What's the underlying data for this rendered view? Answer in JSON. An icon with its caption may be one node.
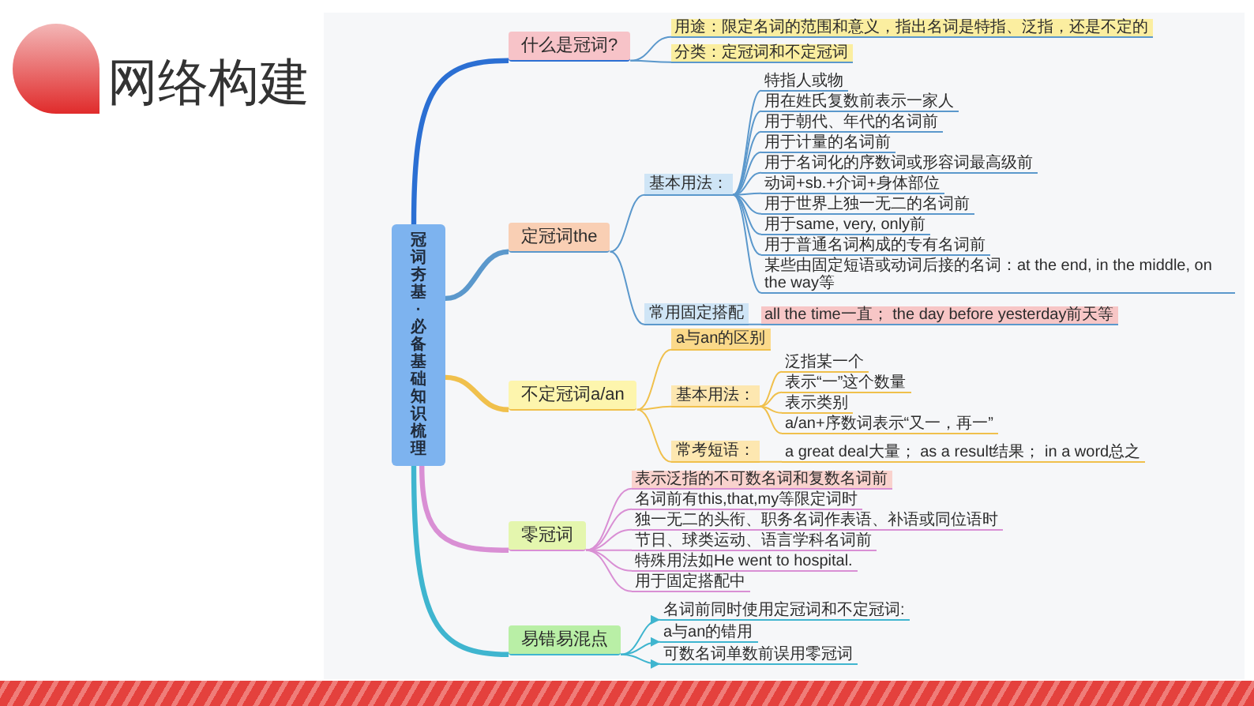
{
  "diagram": {
    "title": "网络构建",
    "nodes": [
      {
        "text": [
          "冠词夯基·必备基础知识梳理"
        ]
      },
      {
        "text": [
          "什么是冠词?"
        ]
      },
      {
        "text": [
          "用途：限定名词的范围和意义，指出名词是特指、泛指，还是不定的"
        ]
      },
      {
        "text": [
          "分类：定冠词和不定冠词"
        ]
      },
      {
        "text": [
          "定冠词the"
        ]
      },
      {
        "text": [
          "基本用法："
        ]
      },
      {
        "text": [
          "特指人或物"
        ]
      },
      {
        "text": [
          "用在姓氏复数前表示一家人"
        ]
      },
      {
        "text": [
          "用于朝代、年代的名词前"
        ]
      },
      {
        "text": [
          "用于计量的名词前"
        ]
      },
      {
        "text": [
          "用于名词化的序数词或形容词最高级前"
        ]
      },
      {
        "text": [
          "动词+sb.+介词+身体部位"
        ]
      },
      {
        "text": [
          "用于世界上独一无二的名词前"
        ]
      },
      {
        "text": [
          "用于same, very, only前"
        ]
      },
      {
        "text": [
          "用于普通名词构成的专有名词前"
        ]
      },
      {
        "text": [
          "某些由固定短语或动词后接的名词：at the end, in the middle, on the way等"
        ]
      },
      {
        "text": [
          "常用固定搭配"
        ]
      },
      {
        "text": [
          "all the time一直； the day before yesterday前天等"
        ]
      },
      {
        "text": [
          "不定冠词a/an"
        ]
      },
      {
        "text": [
          "a与an的区别"
        ]
      },
      {
        "text": [
          "基本用法："
        ]
      },
      {
        "text": [
          "泛指某一个"
        ]
      },
      {
        "text": [
          "表示“一”这个数量"
        ]
      },
      {
        "text": [
          "表示类别"
        ]
      },
      {
        "text": [
          "a/an+序数词表示“又一，再一”"
        ]
      },
      {
        "text": [
          "常考短语："
        ]
      },
      {
        "text": [
          "a great deal大量； as a result结果； in a word总之"
        ]
      },
      {
        "text": [
          "零冠词"
        ]
      },
      {
        "text": [
          "表示泛指的不可数名词和复数名词前"
        ]
      },
      {
        "text": [
          "名词前有this,that,my等限定词时"
        ]
      },
      {
        "text": [
          "独一无二的头衔、职务名词作表语、补语或同位语时"
        ]
      },
      {
        "text": [
          "节日、球类运动、语言学科名词前"
        ]
      },
      {
        "text": [
          "特殊用法如He went to hospital."
        ]
      },
      {
        "text": [
          "用于固定搭配中"
        ]
      },
      {
        "text": [
          "易错易混点"
        ]
      },
      {
        "text": [
          "名词前同时使用定冠词和不定冠词:"
        ]
      },
      {
        "text": [
          "a与an的错用"
        ]
      },
      {
        "text": [
          "可数名词单数前误用零冠词"
        ]
      }
    ],
    "edges": [
      {
        "from": 0,
        "to": 1,
        "arrow": "none",
        "style": "thick",
        "color": "#2b6fd3"
      },
      {
        "from": 1,
        "to": 2,
        "arrow": "none"
      },
      {
        "from": 1,
        "to": 3,
        "arrow": "none"
      },
      {
        "from": 0,
        "to": 4,
        "arrow": "none",
        "style": "thick"
      },
      {
        "from": 4,
        "to": 5,
        "arrow": "none"
      },
      {
        "from": 5,
        "to": 6,
        "arrow": "none"
      },
      {
        "from": 5,
        "to": 7,
        "arrow": "none"
      },
      {
        "from": 5,
        "to": 8,
        "arrow": "none"
      },
      {
        "from": 5,
        "to": 9,
        "arrow": "none"
      },
      {
        "from": 5,
        "to": 10,
        "arrow": "none"
      },
      {
        "from": 5,
        "to": 11,
        "arrow": "none"
      },
      {
        "from": 5,
        "to": 12,
        "arrow": "none"
      },
      {
        "from": 5,
        "to": 13,
        "arrow": "none"
      },
      {
        "from": 5,
        "to": 14,
        "arrow": "none"
      },
      {
        "from": 5,
        "to": 15,
        "arrow": "none"
      },
      {
        "from": 4,
        "to": 16,
        "arrow": "none"
      },
      {
        "from": 16,
        "to": 17,
        "arrow": "none"
      },
      {
        "from": 0,
        "to": 18,
        "arrow": "none",
        "style": "thick",
        "color": "#f0c04c"
      },
      {
        "from": 18,
        "to": 19,
        "arrow": "none",
        "color": "#f0c04c"
      },
      {
        "from": 18,
        "to": 20,
        "arrow": "none",
        "color": "#f0c04c"
      },
      {
        "from": 20,
        "to": 21,
        "arrow": "none",
        "color": "#f0c04c"
      },
      {
        "from": 20,
        "to": 22,
        "arrow": "none",
        "color": "#f0c04c"
      },
      {
        "from": 20,
        "to": 23,
        "arrow": "none",
        "color": "#f0c04c"
      },
      {
        "from": 20,
        "to": 24,
        "arrow": "none",
        "color": "#f0c04c"
      },
      {
        "from": 18,
        "to": 25,
        "arrow": "none",
        "color": "#f0c04c"
      },
      {
        "from": 25,
        "to": 26,
        "arrow": "none",
        "color": "#f0c04c"
      },
      {
        "from": 0,
        "to": 27,
        "arrow": "none",
        "style": "thick",
        "color": "#d98fd4"
      },
      {
        "from": 27,
        "to": 28,
        "arrow": "none",
        "color": "#d98fd4"
      },
      {
        "from": 27,
        "to": 29,
        "arrow": "none",
        "color": "#d98fd4"
      },
      {
        "from": 27,
        "to": 30,
        "arrow": "none",
        "color": "#d98fd4"
      },
      {
        "from": 27,
        "to": 31,
        "arrow": "none",
        "color": "#d98fd4"
      },
      {
        "from": 27,
        "to": 32,
        "arrow": "none",
        "color": "#d98fd4"
      },
      {
        "from": 27,
        "to": 33,
        "arrow": "none",
        "color": "#d98fd4"
      },
      {
        "from": 0,
        "to": 34,
        "arrow": "none",
        "style": "thick",
        "color": "#3fb5cf"
      },
      {
        "from": 34,
        "to": 35,
        "arrow": "to",
        "color": "#3fb5cf"
      },
      {
        "from": 34,
        "to": 36,
        "arrow": "to",
        "color": "#3fb5cf"
      },
      {
        "from": 34,
        "to": 37,
        "arrow": "to",
        "color": "#3fb5cf"
      }
    ]
  }
}
